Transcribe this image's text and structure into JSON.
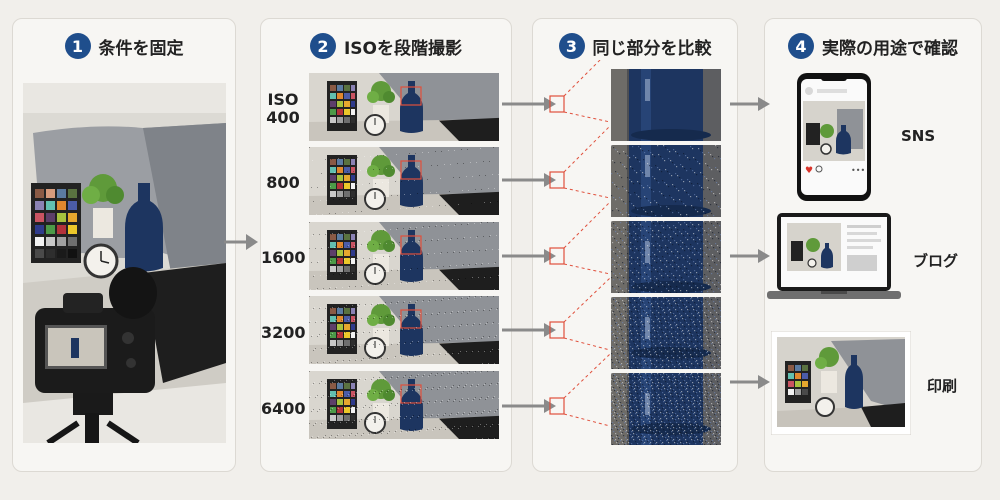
{
  "steps": [
    {
      "num": "1",
      "title": "条件を固定"
    },
    {
      "num": "2",
      "title": "ISOを段階撮影"
    },
    {
      "num": "3",
      "title": "同じ部分を比較"
    },
    {
      "num": "4",
      "title": "実際の用途で確認"
    }
  ],
  "iso_levels": [
    {
      "line1": "ISO",
      "line2": "400"
    },
    {
      "line1": "",
      "line2": "800"
    },
    {
      "line1": "",
      "line2": "1600"
    },
    {
      "line1": "",
      "line2": "3200"
    },
    {
      "line1": "",
      "line2": "6400"
    }
  ],
  "uses": [
    {
      "label": "SNS"
    },
    {
      "label": "ブログ"
    },
    {
      "label": "印刷"
    }
  ],
  "colors": {
    "accent": "#1f4e8c",
    "arrow": "#8a8a8a",
    "highlight": "#e0503c",
    "bottle": "#1d3560"
  }
}
